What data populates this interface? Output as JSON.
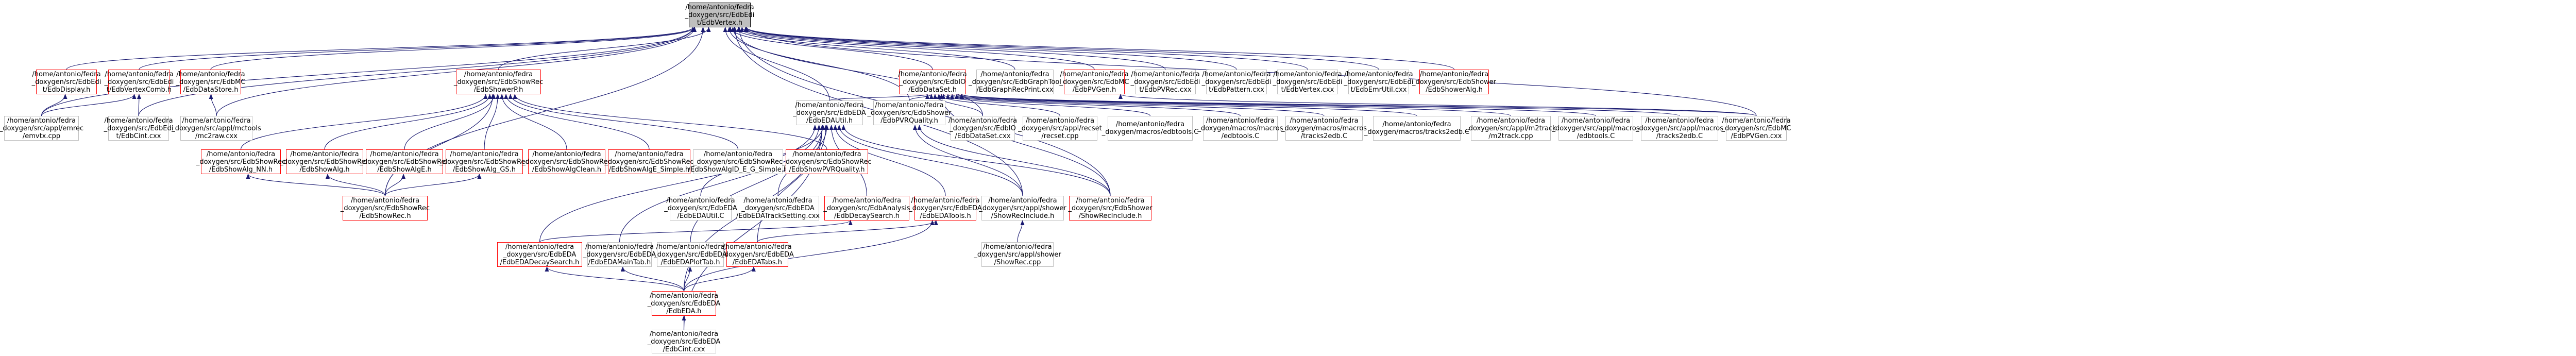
{
  "diagram": {
    "root": {
      "label": "/home/antonio/fedra\n_doxygen/src/EdbEdi\nt/EdbVertex.h"
    },
    "nodes": [
      {
        "label": "/home/antonio/fedra\n_doxygen/src/EdbEdi\nt/EdbDisplay.h"
      },
      {
        "label": "/home/antonio/fedra\n_doxygen/src/EdbEdi\nt/EdbVertexComb.h"
      },
      {
        "label": "/home/antonio/fedra\n_doxygen/src/EdbMC\n/EdbDataStore.h"
      },
      {
        "label": "/home/antonio/fedra\n_doxygen/src/EdbShowRec\n/EdbShowerP.h"
      },
      {
        "label": "/home/antonio/fedra\n_doxygen/src/EdbIO\n/EdbDataSet.h"
      },
      {
        "label": "/home/antonio/fedra\n_doxygen/src/EdbGraphTool\n/EdbGraphRecPrint.cxx"
      },
      {
        "label": "/home/antonio/fedra\n_doxygen/src/EdbMC\n/EdbPVGen.h"
      },
      {
        "label": "/home/antonio/fedra\n_doxygen/src/EdbEdi\nt/EdbPVRec.cxx"
      },
      {
        "label": "/home/antonio/fedra\n_doxygen/src/EdbEdi\nt/EdbPattern.cxx"
      },
      {
        "label": "/home/antonio/fedra\n_doxygen/src/EdbEdi\nt/EdbVertex.cxx"
      },
      {
        "label": "/home/antonio/fedra\n_doxygen/src/EdbEdi\nt/EdbEmrUtil.cxx"
      },
      {
        "label": "/home/antonio/fedra\n_doxygen/src/EdbShower\n/EdbShowerAlg.h"
      },
      {
        "label": "/home/antonio/fedra\n_doxygen/src/appl/emrec\n/emvtx.cpp"
      },
      {
        "label": "/home/antonio/fedra\n_doxygen/src/EdbEdi\nt/EdbCint.cxx"
      },
      {
        "label": "/home/antonio/fedra\n_doxygen/src/appl/mctools\n/mc2raw.cxx"
      },
      {
        "label": "/home/antonio/fedra\n_doxygen/src/EdbShowRec\n/EdbShowAlg_NN.h"
      },
      {
        "label": "/home/antonio/fedra\n_doxygen/src/EdbShowRec\n/EdbShowAlg.h"
      },
      {
        "label": "/home/antonio/fedra\n_doxygen/src/EdbShowRec\n/EdbShowAlgE.h"
      },
      {
        "label": "/home/antonio/fedra\n_doxygen/src/EdbShowRec\n/EdbShowAlg_GS.h"
      },
      {
        "label": "/home/antonio/fedra\n_doxygen/src/EdbShowRec\n/EdbShowAlgClean.h"
      },
      {
        "label": "/home/antonio/fedra\n_doxygen/src/EdbShowRec\n/EdbShowAlgE_Simple.h"
      },
      {
        "label": "/home/antonio/fedra\n_doxygen/src/EdbShowRec\n/EdbShowAlgID_E_G_Simple.h"
      },
      {
        "label": "/home/antonio/fedra\n_doxygen/src/EdbShowRec\n/EdbShowPVRQuality.h"
      },
      {
        "label": "/home/antonio/fedra\n_doxygen/src/EdbEDA\n/EdbEDAUtil.h"
      },
      {
        "label": "/home/antonio/fedra\n_doxygen/src/EdbShower\n/EdbPVRQuality.h"
      },
      {
        "label": "/home/antonio/fedra\n_doxygen/src/EdbIO\n/EdbDataSet.cxx"
      },
      {
        "label": "/home/antonio/fedra\n_doxygen/src/appl/recset\n/recset.cpp"
      },
      {
        "label": "/home/antonio/fedra\n_doxygen/macros/edbtools.C"
      },
      {
        "label": "/home/antonio/fedra\n_doxygen/macros/macros\n/edbtools.C"
      },
      {
        "label": "/home/antonio/fedra\n_doxygen/macros/macros\n/tracks2edb.C"
      },
      {
        "label": "/home/antonio/fedra\n_doxygen/macros/tracks2edb.C"
      },
      {
        "label": "/home/antonio/fedra\n_doxygen/src/appl/m2track\n/m2track.cpp"
      },
      {
        "label": "/home/antonio/fedra\n_doxygen/src/appl/macros\n/edbtools.C"
      },
      {
        "label": "/home/antonio/fedra\n_doxygen/src/appl/macros\n/tracks2edb.C"
      },
      {
        "label": "/home/antonio/fedra\n_doxygen/src/EdbMC\n/EdbPVGen.cxx"
      },
      {
        "label": "/home/antonio/fedra\n_doxygen/src/EdbShowRec\n/EdbShowRec.h"
      },
      {
        "label": "/home/antonio/fedra\n_doxygen/src/EdbEDA\n/EdbEDAUtil.C"
      },
      {
        "label": "/home/antonio/fedra\n_doxygen/src/EdbEDA\n/EdbEDATrackSetting.cxx"
      },
      {
        "label": "/home/antonio/fedra\n_doxygen/src/EdbAnalysis\n/EdbDecaySearch.h"
      },
      {
        "label": "/home/antonio/fedra\n_doxygen/src/EdbEDA\n/EdbEDATools.h"
      },
      {
        "label": "/home/antonio/fedra\n_doxygen/src/appl/shower\n/ShowRecInclude.h"
      },
      {
        "label": "/home/antonio/fedra\n_doxygen/src/EdbShower\n/ShowRecInclude.h"
      },
      {
        "label": "/home/antonio/fedra\n_doxygen/src/EdbEDA\n/EdbEDADecaySearch.h"
      },
      {
        "label": "/home/antonio/fedra\n_doxygen/src/EdbEDA\n/EdbEDAMainTab.h"
      },
      {
        "label": "/home/antonio/fedra\n_doxygen/src/EdbEDA\n/EdbEDAPlotTab.h"
      },
      {
        "label": "/home/antonio/fedra\n_doxygen/src/EdbEDA\n/EdbEDATabs.h"
      },
      {
        "label": "/home/antonio/fedra\n_doxygen/src/appl/shower\n/ShowRec.cpp"
      },
      {
        "label": "/home/antonio/fedra\n_doxygen/src/EdbEDA\n/EdbEDA.h"
      },
      {
        "label": "/home/antonio/fedra\n_doxygen/src/EdbEDA\n/EdbCint.cxx"
      }
    ],
    "colors": {
      "edge": "#191970",
      "red_border": "#ff0000",
      "grey_border": "#bfbfbf",
      "root_fill": "#bfbfbf"
    }
  }
}
